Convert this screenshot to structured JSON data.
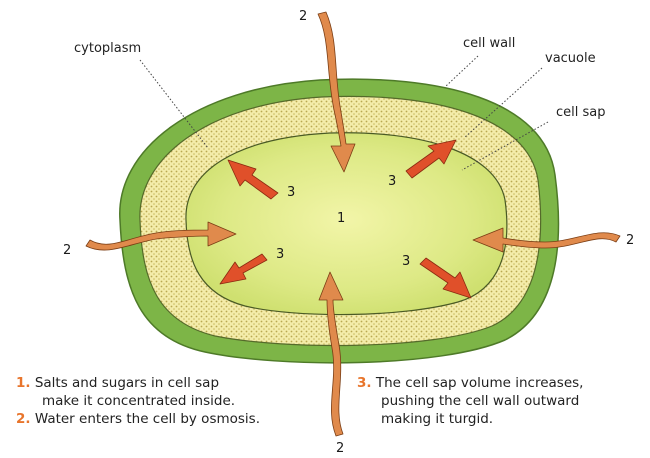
{
  "labels": {
    "cytoplasm": "cytoplasm",
    "cell_wall": "cell wall",
    "vacuole": "vacuole",
    "cell_sap": "cell sap"
  },
  "markers": {
    "one": "1",
    "two": "2",
    "three": "3"
  },
  "notes": [
    {
      "num": "1.",
      "lines": [
        "Salts and sugars in cell sap",
        "make it concentrated inside."
      ]
    },
    {
      "num": "2.",
      "lines": [
        "Water enters the cell by osmosis."
      ]
    },
    {
      "num": "3.",
      "lines": [
        "The cell sap volume increases,",
        "pushing the cell wall outward",
        "making it turgid."
      ]
    }
  ],
  "colors": {
    "cell_wall": "#7db547",
    "cytoplasm": "#f3eba0",
    "vacuole": "#dbe883",
    "water_arrow": "#e08a4c",
    "pressure_arrow": "#e0502a",
    "number_accent": "#e8752c"
  }
}
